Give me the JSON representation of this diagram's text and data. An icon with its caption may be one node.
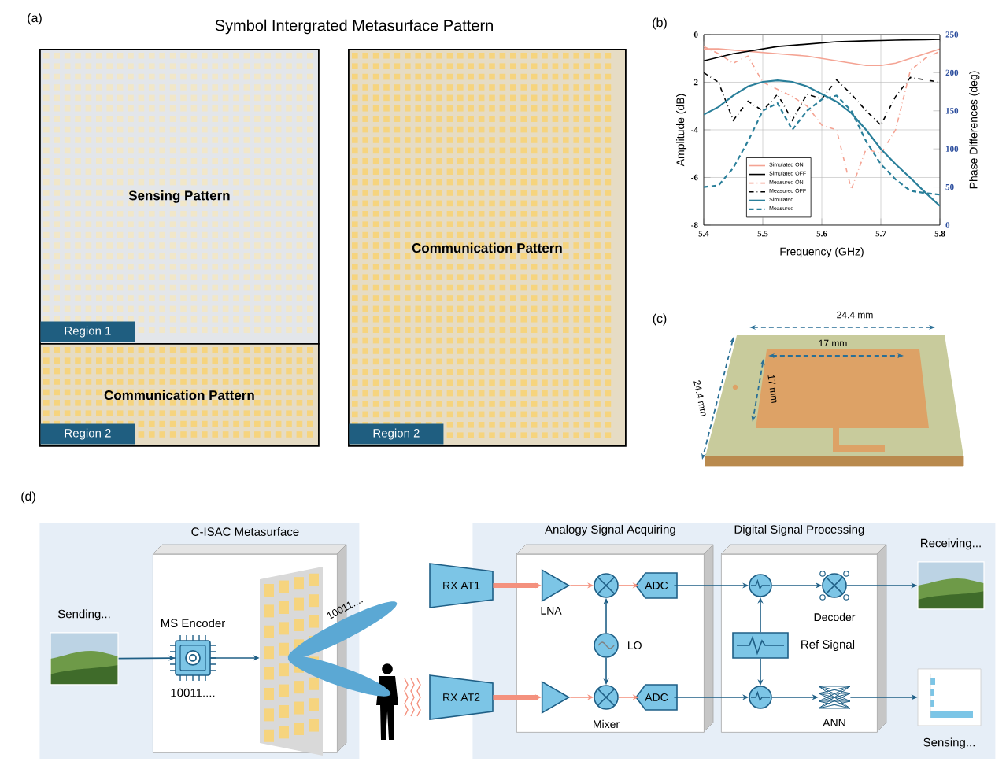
{
  "diagram": {
    "nodes": [
      {
        "text": [
          "Sensing Pattern"
        ]
      },
      {
        "text": [
          "Region 1"
        ],
        "in": 0
      },
      {
        "text": [
          "Communication Pattern"
        ]
      },
      {
        "text": [
          "Region 2"
        ],
        "in": 2
      },
      {
        "text": [
          "Communication Pattern"
        ]
      },
      {
        "text": [
          "Region 2"
        ],
        "in": 4
      },
      {
        "text": [],
        "shape": "box"
      },
      {
        "text": [
          "Sending..."
        ],
        "in": 6
      },
      {
        "text": [
          "C-ISAC Metasurface"
        ],
        "in": 6
      },
      {
        "text": [
          "MS Encoder",
          "10011...."
        ],
        "in": 8
      },
      {
        "text": [],
        "shape": "picture",
        "in": 8
      },
      {
        "text": [],
        "shape": "person"
      },
      {
        "text": [],
        "shape": "box"
      },
      {
        "text": [
          "RX AT1"
        ]
      },
      {
        "text": [
          "RX AT2"
        ]
      },
      {
        "text": [
          "Analogy Signal Acquiring"
        ],
        "in": 12
      },
      {
        "text": [
          "LNA"
        ],
        "in": 15
      },
      {
        "text": [],
        "shape": "circle",
        "in": 15
      },
      {
        "text": [
          "ADC"
        ],
        "in": 15
      },
      {
        "text": [
          "LO"
        ],
        "in": 15
      },
      {
        "text": [],
        "shape": "triangle",
        "in": 15
      },
      {
        "text": [
          "Mixer"
        ],
        "in": 15
      },
      {
        "text": [
          "ADC"
        ],
        "in": 15
      },
      {
        "text": [
          "Digital Signal Processing"
        ],
        "in": 12
      },
      {
        "text": [],
        "shape": "circle",
        "in": 23
      },
      {
        "text": [
          "Decoder"
        ],
        "in": 23
      },
      {
        "text": [
          "Ref Signal"
        ],
        "in": 23
      },
      {
        "text": [],
        "shape": "circle",
        "in": 23
      },
      {
        "text": [
          "ANN"
        ],
        "in": 23
      },
      {
        "text": [
          "Receiving..."
        ],
        "in": 12
      },
      {
        "text": [
          "Sensing..."
        ],
        "in": 12
      }
    ],
    "edges": [
      {
        "from": 7,
        "to": 9,
        "arrow": "to"
      },
      {
        "from": 9,
        "to": 10,
        "arrow": "to"
      },
      {
        "from": 13,
        "to": 16,
        "arrow": "to",
        "color": "#f4917e",
        "style": "thick"
      },
      {
        "from": 16,
        "to": 17,
        "arrow": "to",
        "color": "#f4917e"
      },
      {
        "from": 17,
        "to": 18,
        "arrow": "to",
        "color": "#f4917e"
      },
      {
        "from": 19,
        "to": 17,
        "arrow": "to"
      },
      {
        "from": 19,
        "to": 21,
        "arrow": "to"
      },
      {
        "from": 14,
        "to": 20,
        "arrow": "to",
        "color": "#f4917e",
        "style": "thick"
      },
      {
        "from": 20,
        "to": 21,
        "arrow": "to",
        "color": "#f4917e"
      },
      {
        "from": 21,
        "to": 22,
        "arrow": "to",
        "color": "#f4917e"
      },
      {
        "from": 18,
        "to": 24,
        "arrow": "to"
      },
      {
        "from": 22,
        "to": 27,
        "arrow": "to"
      },
      {
        "from": 26,
        "to": 24,
        "arrow": "to"
      },
      {
        "from": 26,
        "to": 27,
        "arrow": "to"
      },
      {
        "from": 24,
        "to": 25,
        "arrow": "to"
      },
      {
        "from": 27,
        "to": 28,
        "arrow": "to"
      },
      {
        "from": 25,
        "to": 29,
        "arrow": "to"
      },
      {
        "from": 28,
        "to": 30,
        "arrow": "to"
      }
    ],
    "labels": [
      "(a)",
      "Symbol Intergrated Metasurface Pattern",
      "(b)",
      "(c)",
      "24.4 mm",
      "17 mm",
      "24.4 mm",
      "17 mm",
      "(d)",
      "10011...."
    ],
    "chart_data": {
      "type": "line",
      "xlabel": "Frequency (GHz)",
      "ylabel": "Amplitude (dB)",
      "y2label": "Phase Differences (deg)",
      "x": [
        5.4,
        5.425,
        5.45,
        5.475,
        5.5,
        5.525,
        5.55,
        5.575,
        5.6,
        5.625,
        5.65,
        5.675,
        5.7,
        5.725,
        5.75,
        5.775,
        5.8
      ],
      "xlim": [
        5.4,
        5.8
      ],
      "ylim": [
        -8,
        0
      ],
      "y2lim": [
        0,
        250
      ],
      "grid": true,
      "legend": "lower left",
      "xticks": [
        5.4,
        5.5,
        5.6,
        5.7,
        5.8
      ],
      "yticks": [
        -8,
        -6,
        -4,
        -2,
        0
      ],
      "y2ticks": [
        0,
        50,
        100,
        150,
        200,
        250
      ],
      "series": [
        {
          "name": "Simulated ON",
          "color": "#f4a393",
          "values": [
            -0.6,
            -0.6,
            -0.65,
            -0.7,
            -0.75,
            -0.8,
            -0.85,
            -0.9,
            -1.0,
            -1.1,
            -1.2,
            -1.3,
            -1.3,
            -1.2,
            -1.0,
            -0.8,
            -0.6
          ]
        },
        {
          "name": "Simulated OFF",
          "color": "#000000",
          "values": [
            -1.1,
            -0.95,
            -0.8,
            -0.7,
            -0.6,
            -0.5,
            -0.45,
            -0.4,
            -0.35,
            -0.3,
            -0.28,
            -0.26,
            -0.25,
            -0.23,
            -0.22,
            -0.21,
            -0.2
          ]
        },
        {
          "name": "Measured ON",
          "color": "#f4a393",
          "line_style": "dashdot",
          "values": [
            -0.5,
            -0.8,
            -1.2,
            -0.9,
            -2.0,
            -2.3,
            -2.6,
            -3.0,
            -3.8,
            -4.0,
            -6.5,
            -4.8,
            -5.0,
            -4.0,
            -1.5,
            -1.0,
            -0.7
          ]
        },
        {
          "name": "Measured OFF",
          "color": "#000000",
          "line_style": "dashdot",
          "values": [
            -1.6,
            -2.0,
            -3.6,
            -2.8,
            -3.2,
            -2.5,
            -3.6,
            -2.5,
            -2.7,
            -1.9,
            -2.5,
            -3.2,
            -3.8,
            -2.6,
            -1.8,
            -1.9,
            -2.0
          ]
        },
        {
          "name": "Simulated",
          "color": "#2a7f9a",
          "axis": "y2",
          "values": [
            145,
            155,
            170,
            182,
            188,
            190,
            188,
            182,
            172,
            162,
            147,
            125,
            100,
            80,
            62,
            43,
            25
          ]
        },
        {
          "name": "Measured",
          "color": "#2a7f9a",
          "axis": "y2",
          "line_style": "dashed",
          "values": [
            50,
            52,
            75,
            110,
            150,
            160,
            125,
            150,
            165,
            170,
            150,
            110,
            80,
            60,
            45,
            42,
            40
          ]
        }
      ]
    }
  }
}
